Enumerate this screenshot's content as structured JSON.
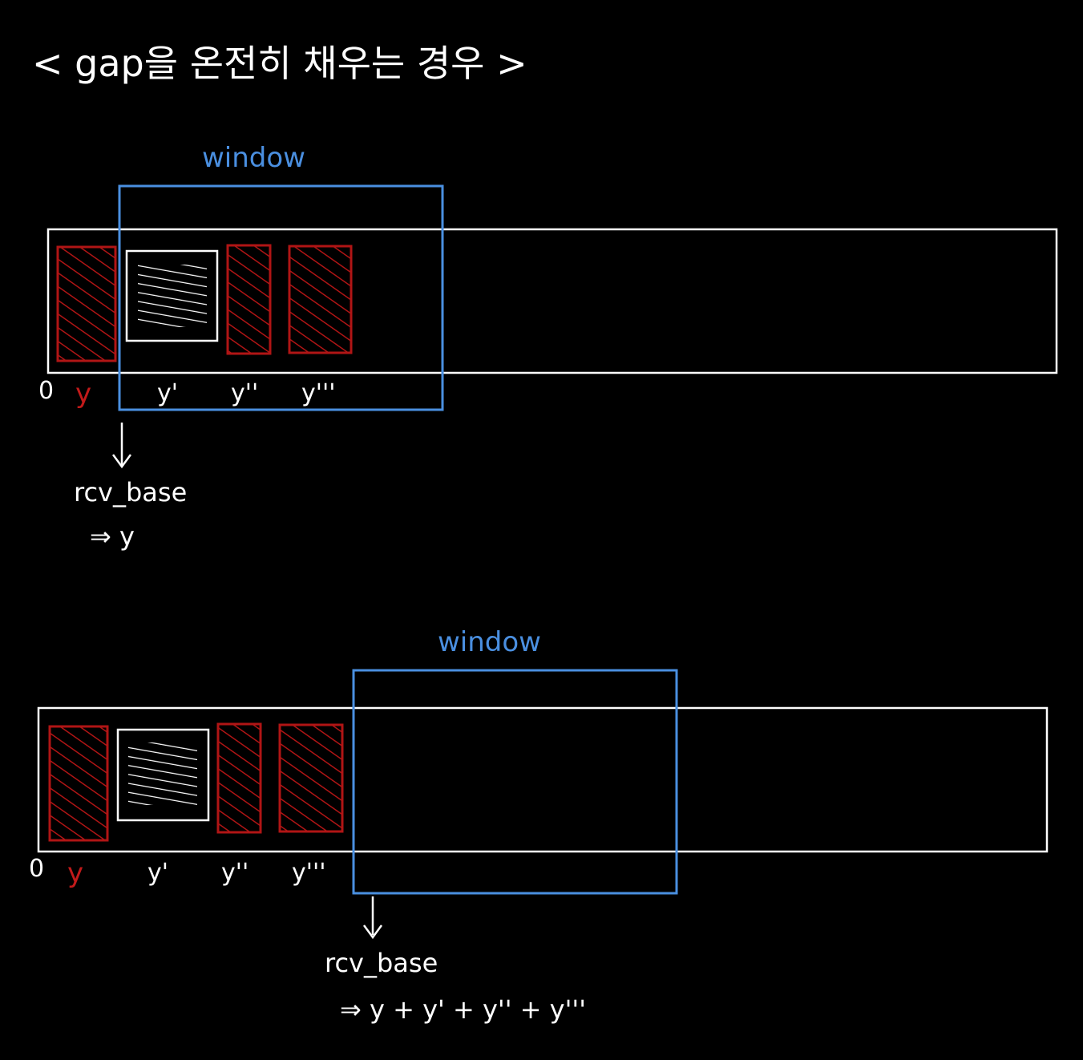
{
  "title": "< gap을 온전히 채우는 경우 >",
  "colors": {
    "background": "#000000",
    "stroke": "#ffffff",
    "window": "#4a8fe0",
    "missing_segment": "#b01515"
  },
  "diagrams": [
    {
      "window_label": "window",
      "labels": {
        "zero": "0",
        "y": "y",
        "y1": "y'",
        "y2": "y''",
        "y3": "y'''"
      },
      "rcv_base_label": "rcv_base",
      "rcv_base_value": "⇒ y"
    },
    {
      "window_label": "window",
      "labels": {
        "zero": "0",
        "y": "y",
        "y1": "y'",
        "y2": "y''",
        "y3": "y'''"
      },
      "rcv_base_label": "rcv_base",
      "rcv_base_value": "⇒ y + y' + y'' + y'''"
    }
  ]
}
